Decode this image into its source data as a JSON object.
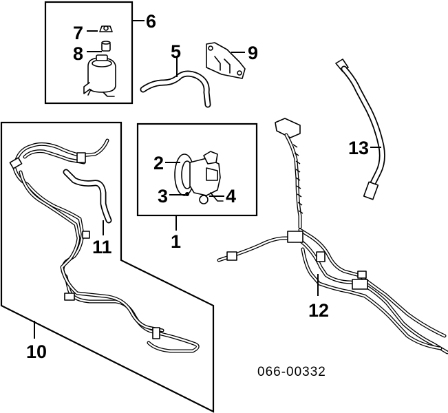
{
  "diagram": {
    "callouts": {
      "c1": "1",
      "c2": "2",
      "c3": "3",
      "c4": "4",
      "c5": "5",
      "c6": "6",
      "c7": "7",
      "c8": "8",
      "c9": "9",
      "c10": "10",
      "c11": "11",
      "c12": "12",
      "c13": "13"
    },
    "reference_code": "066-00332"
  },
  "colors": {
    "ink": "#000000",
    "paper": "#ffffff"
  },
  "icons": [
    "reservoir-assembly",
    "pump-assembly",
    "hose",
    "bracket",
    "pressure-line",
    "return-line",
    "hose-assembly"
  ]
}
